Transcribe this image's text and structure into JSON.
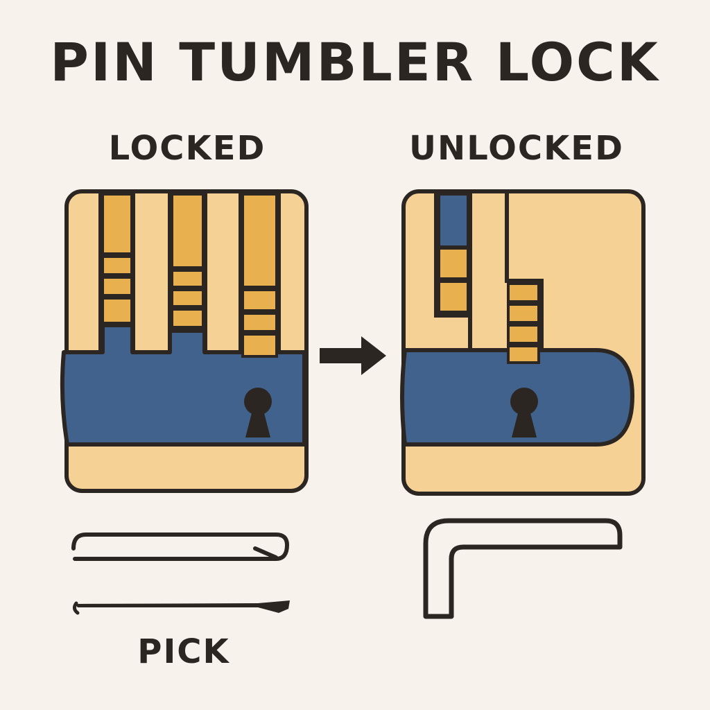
{
  "title": "PIN TUMBLER LOCK",
  "panels": {
    "locked": {
      "label": "LOCKED"
    },
    "unlocked": {
      "label": "UNLOCKED"
    }
  },
  "tools": {
    "pick": {
      "label": "PICK"
    },
    "tension_wrench": {
      "label": ""
    }
  },
  "colors": {
    "background": "#f7f3ec",
    "housing": "#f6d196",
    "pin": "#e8b04e",
    "plug": "#41628c",
    "outline": "#2b2622"
  }
}
